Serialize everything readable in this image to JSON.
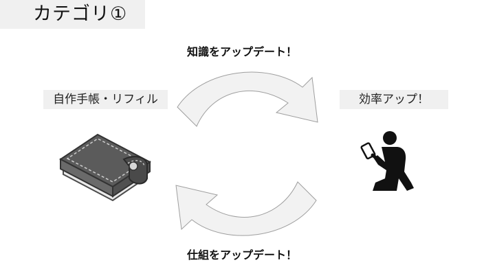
{
  "category": {
    "title": "カテゴリ①"
  },
  "cycle": {
    "top_label": "知識をアップデート！",
    "bottom_label": "仕組をアップデート！"
  },
  "left_box": {
    "label": "自作手帳・リフィル",
    "image_icon": "planner-notebook-icon"
  },
  "right_box": {
    "label": "効率アップ！",
    "image_icon": "person-reading-tablet-icon"
  },
  "colors": {
    "label_bg": "#f0f0f0",
    "arrow_fill": "#f2f2f2",
    "arrow_stroke": "#9e9e9e",
    "planner_cover": "#555555",
    "person": "#111111"
  }
}
